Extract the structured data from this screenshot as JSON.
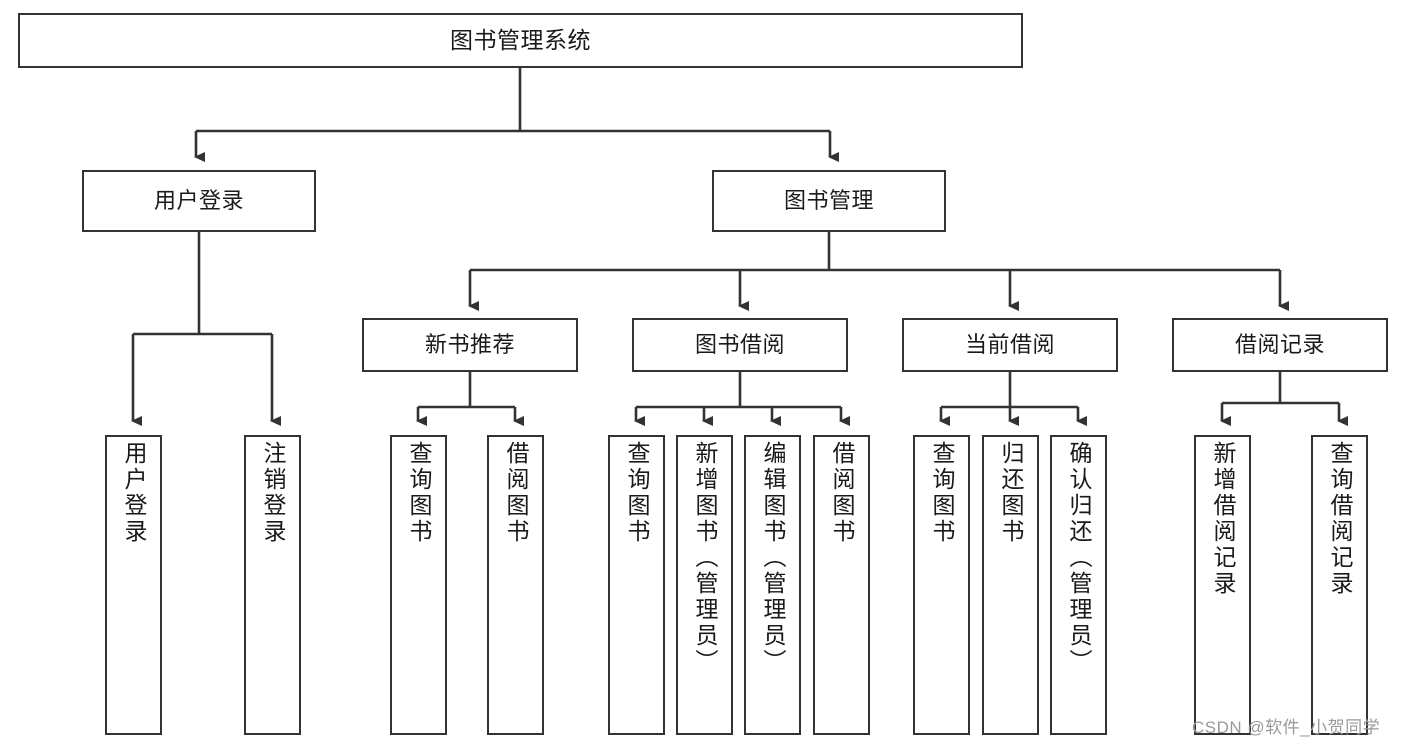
{
  "diagram": {
    "type": "tree-hierarchy-chart",
    "title": "图书管理系统",
    "stroke_color": "#333333",
    "background_color": "#ffffff",
    "root": {
      "id": "root",
      "label": "图书管理系统"
    },
    "level2": [
      {
        "id": "user-login",
        "label": "用户登录"
      },
      {
        "id": "book-manage",
        "label": "图书管理"
      }
    ],
    "level3": [
      {
        "id": "new-book-recommend",
        "label": "新书推荐"
      },
      {
        "id": "book-borrow",
        "label": "图书借阅"
      },
      {
        "id": "current-borrow",
        "label": "当前借阅"
      },
      {
        "id": "borrow-record",
        "label": "借阅记录"
      }
    ],
    "leaves": {
      "user_login": [
        {
          "id": "leaf-user-login",
          "label": "用户登录"
        },
        {
          "id": "leaf-logout-login",
          "label": "注销登录"
        }
      ],
      "new_book_recommend": [
        {
          "id": "leaf-query-book-1",
          "label": "查询图书"
        },
        {
          "id": "leaf-borrow-book-1",
          "label": "借阅图书"
        }
      ],
      "book_borrow": [
        {
          "id": "leaf-query-book-2",
          "label": "查询图书"
        },
        {
          "id": "leaf-add-book",
          "label": "新增图书（管理员）"
        },
        {
          "id": "leaf-edit-book",
          "label": "编辑图书（管理员）"
        },
        {
          "id": "leaf-borrow-book-2",
          "label": "借阅图书"
        }
      ],
      "current_borrow": [
        {
          "id": "leaf-query-book-3",
          "label": "查询图书"
        },
        {
          "id": "leaf-return-book",
          "label": "归还图书"
        },
        {
          "id": "leaf-confirm-return",
          "label": "确认归还（管理员）"
        }
      ],
      "borrow_record": [
        {
          "id": "leaf-add-record",
          "label": "新增借阅记录"
        },
        {
          "id": "leaf-query-record",
          "label": "查询借阅记录"
        }
      ]
    }
  },
  "watermark": {
    "text": "CSDN @软件_小贺同学"
  }
}
